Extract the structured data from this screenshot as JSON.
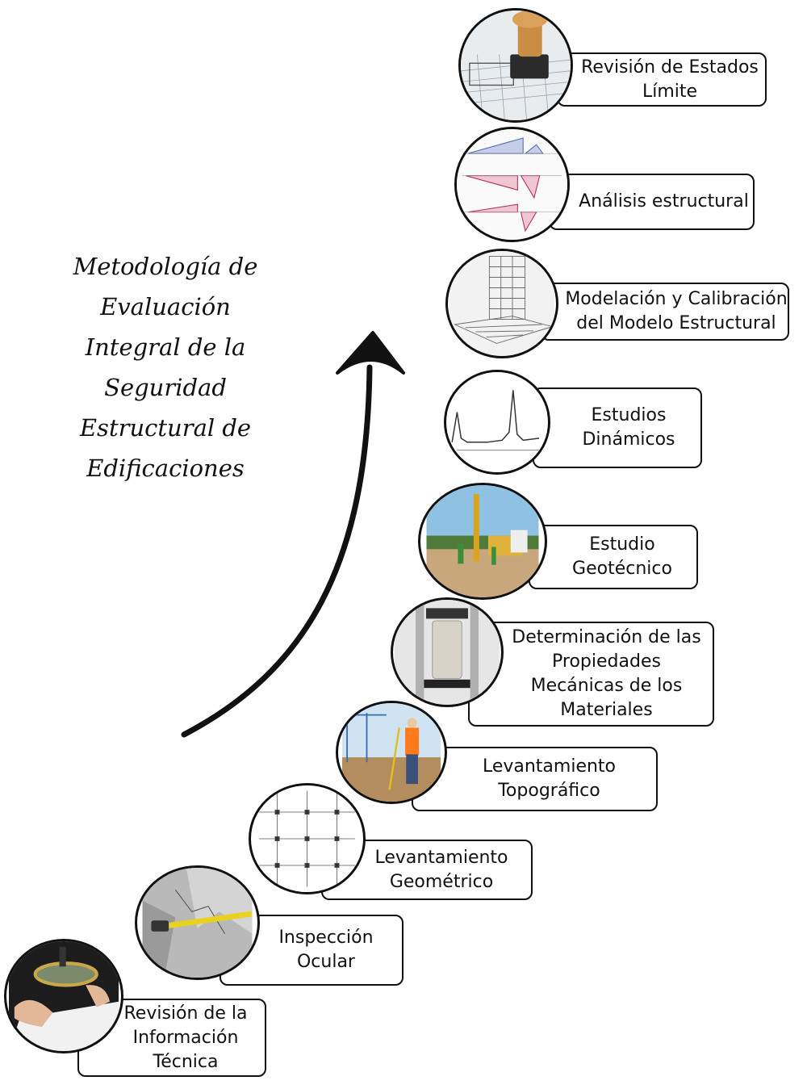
{
  "title_lines": [
    "Metodología de",
    "Evaluación",
    "Integral de la",
    "Seguridad",
    "Estructural de",
    "Edificaciones"
  ],
  "steps": [
    {
      "label": "Revisión de Estados\nLímite",
      "icon": "rubber-stamp-image"
    },
    {
      "label": "Análisis estructural",
      "icon": "moment-diagrams-image"
    },
    {
      "label": "Modelación y Calibración\ndel Modelo Estructural",
      "icon": "3d-structural-model-image"
    },
    {
      "label": "Estudios\nDinámicos",
      "icon": "frequency-spectrum-image"
    },
    {
      "label": "Estudio\nGeotécnico",
      "icon": "drilling-rig-image"
    },
    {
      "label": "Determinación de las\nPropiedades\nMecánicas de los\nMateriales",
      "icon": "concrete-cylinder-test-image"
    },
    {
      "label": "Levantamiento\nTopográfico",
      "icon": "surveyor-image"
    },
    {
      "label": "Levantamiento\nGeométrico",
      "icon": "floor-plan-image"
    },
    {
      "label": "Inspección\nOcular",
      "icon": "measuring-tape-inspection-image"
    },
    {
      "label": "Revisión de la\nInformación\nTécnica",
      "icon": "magnifying-glass-image"
    }
  ]
}
